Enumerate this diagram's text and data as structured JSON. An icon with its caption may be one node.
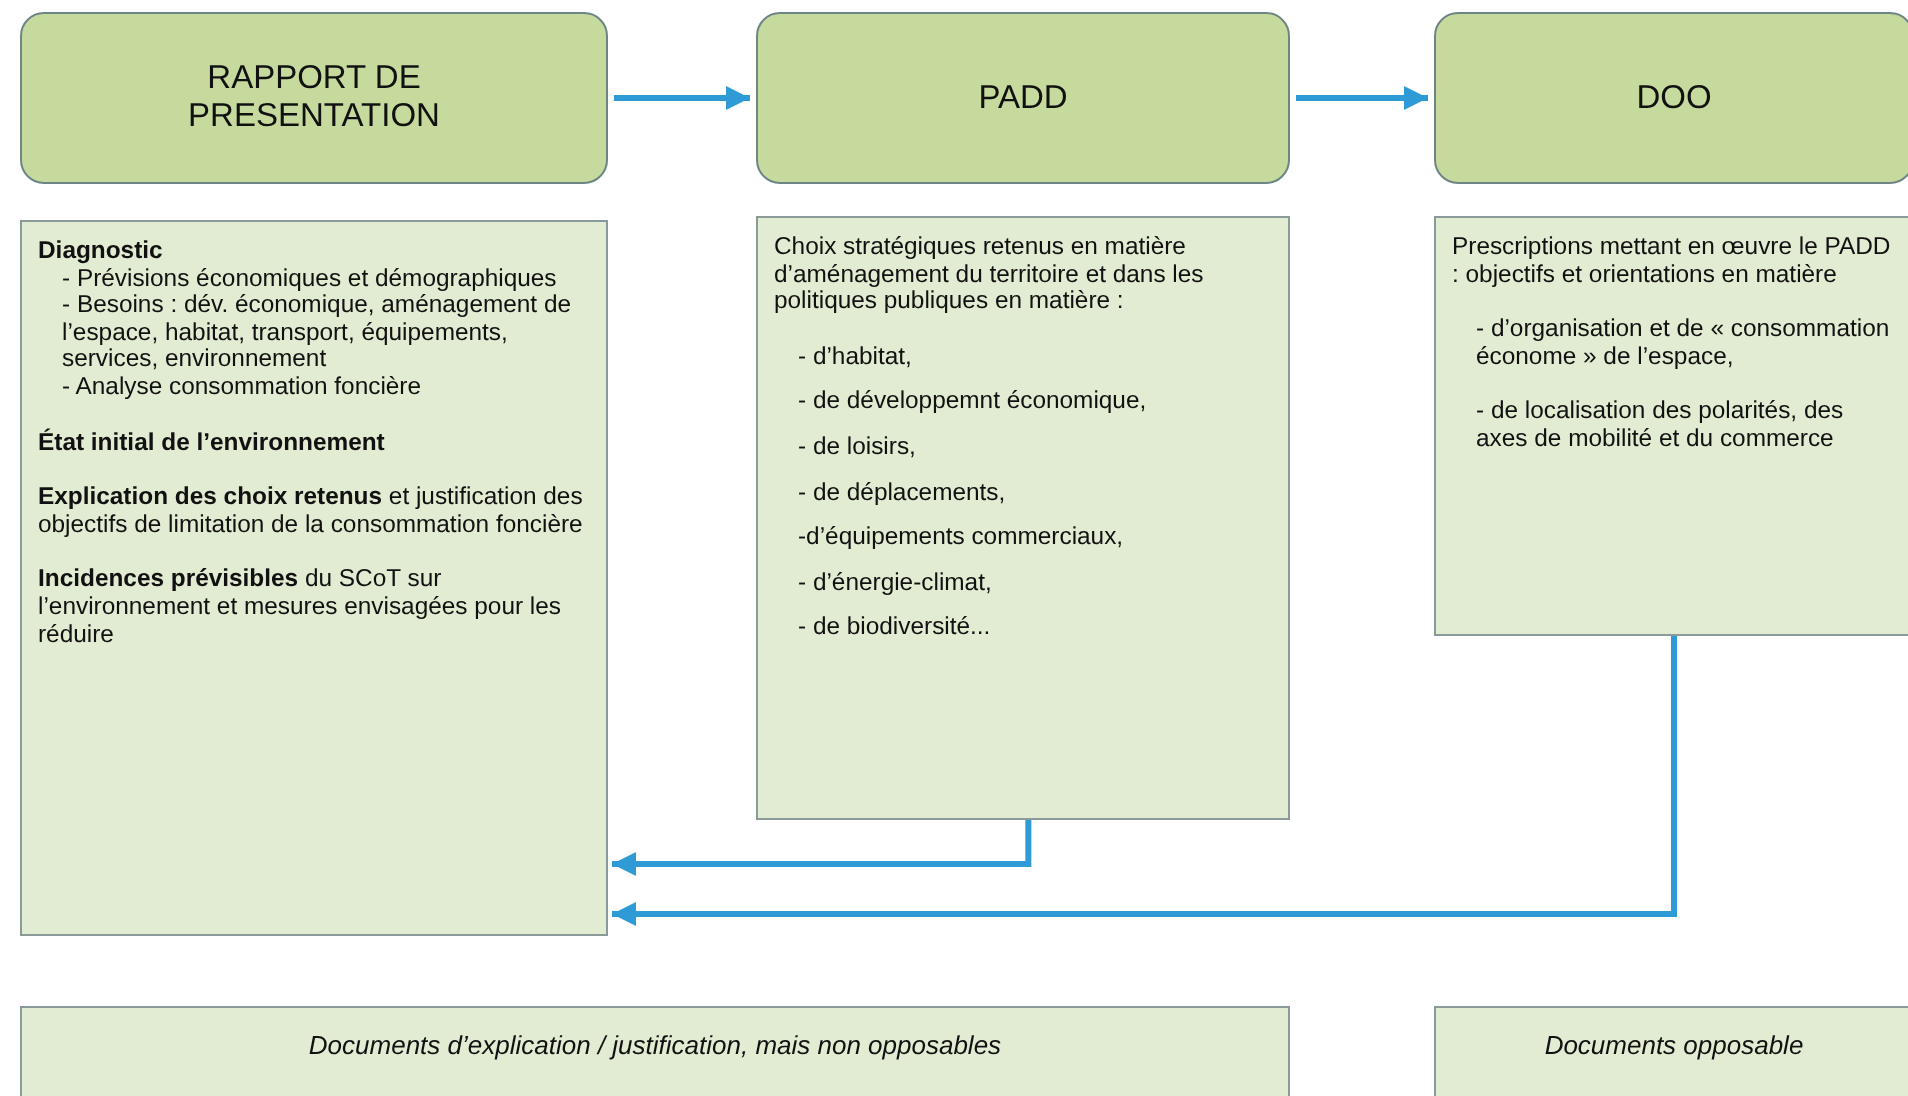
{
  "diagram": {
    "nodes": [
      {
        "text": [
          "RAPPORT DE PRESENTATION"
        ]
      },
      {
        "text": [
          "PADD"
        ]
      },
      {
        "text": [
          "DOO"
        ]
      },
      {
        "text": [
          "Diagnostic",
          "- Prévisions économiques et démographiques",
          "- Besoins : dév. économique, aménagement de l’espace, habitat, transport, équipements, services, environnement",
          "- Analyse consommation foncière",
          "État initial de l’environnement",
          "**Explication des choix retenus** et justification des objectifs de limitation de la consommation foncière",
          "**Incidences prévisibles** du SCoT sur l’environnement et mesures envisagées pour les réduire"
        ]
      },
      {
        "text": [
          "Choix stratégiques retenus en matière d’aménagement du territoire et dans les politiques publiques en matière :",
          "- d’habitat,",
          "- de développemnt économique,",
          "- de loisirs,",
          "- de déplacements,",
          "-d’équipements commerciaux,",
          "- d’énergie-climat,",
          "- de biodiversité..."
        ]
      },
      {
        "text": [
          "Prescriptions mettant en œuvre le PADD : objectifs et orientations en matière",
          "- d’organisation et de « consommation économe » de l’espace,",
          "- de localisation des polarités, des axes de mobilité et du commerce"
        ]
      },
      {
        "text": [
          "Documents d’explication / justification, mais non opposables"
        ]
      },
      {
        "text": [
          "Documents opposable"
        ]
      }
    ],
    "edges": [
      {
        "from": 0,
        "to": 1,
        "arrow": "to"
      },
      {
        "from": 1,
        "to": 2,
        "arrow": "to"
      },
      {
        "from": 4,
        "to": 3,
        "arrow": "to"
      },
      {
        "from": 5,
        "to": 3,
        "arrow": "to"
      }
    ]
  }
}
